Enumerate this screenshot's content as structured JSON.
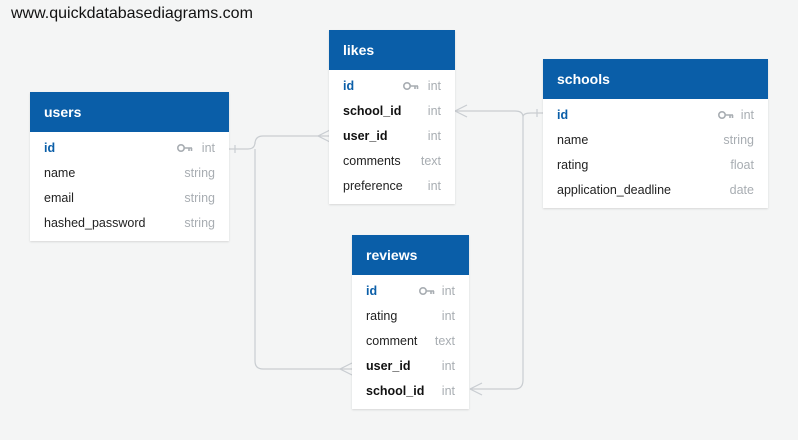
{
  "watermark": "www.quickdatabasediagrams.com",
  "tables": {
    "users": {
      "title": "users",
      "fields": [
        {
          "name": "id",
          "type": "int"
        },
        {
          "name": "name",
          "type": "string"
        },
        {
          "name": "email",
          "type": "string"
        },
        {
          "name": "hashed_password",
          "type": "string"
        }
      ]
    },
    "likes": {
      "title": "likes",
      "fields": [
        {
          "name": "id",
          "type": "int"
        },
        {
          "name": "school_id",
          "type": "int"
        },
        {
          "name": "user_id",
          "type": "int"
        },
        {
          "name": "comments",
          "type": "text"
        },
        {
          "name": "preference",
          "type": "int"
        }
      ]
    },
    "schools": {
      "title": "schools",
      "fields": [
        {
          "name": "id",
          "type": "int"
        },
        {
          "name": "name",
          "type": "string"
        },
        {
          "name": "rating",
          "type": "float"
        },
        {
          "name": "application_deadline",
          "type": "date"
        }
      ]
    },
    "reviews": {
      "title": "reviews",
      "fields": [
        {
          "name": "id",
          "type": "int"
        },
        {
          "name": "rating",
          "type": "int"
        },
        {
          "name": "comment",
          "type": "text"
        },
        {
          "name": "user_id",
          "type": "int"
        },
        {
          "name": "school_id",
          "type": "int"
        }
      ]
    }
  },
  "colors": {
    "header": "#0a5ea8",
    "type_text": "#a8adb2",
    "connector": "#c9cdd1",
    "background": "#f4f5f5"
  },
  "icons": {
    "primary_key": "key-icon"
  }
}
